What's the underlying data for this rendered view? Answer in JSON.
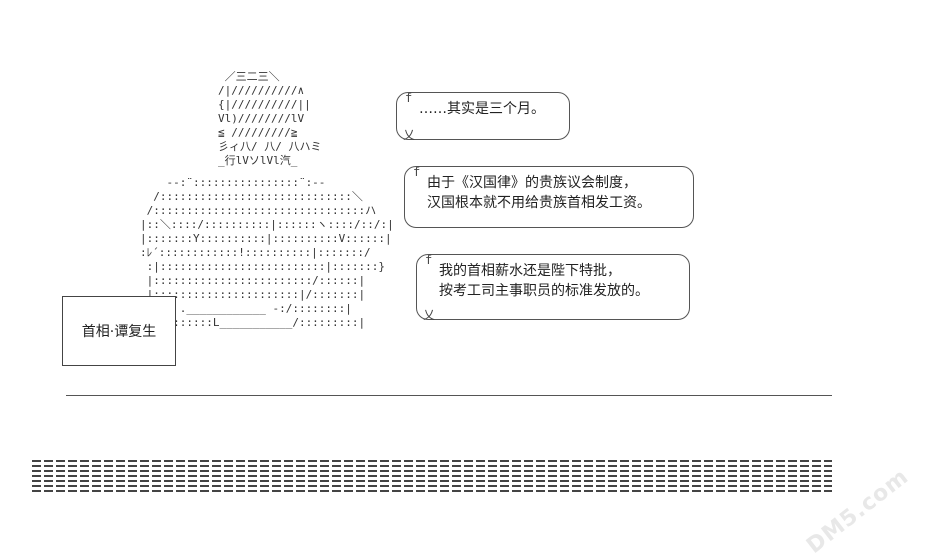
{
  "figure": {
    "head": " ／三二三＼\n/|//////////∧\n{|//////////||\nVl)////////lV\n≦ /////////≧\n彡ィ八/ 八/ 八ハミ\n_行lVソlVl汽_",
    "body": "    --:¨::::::::::::::::¨:--\n  /:::::::::::::::::::::::::::::＼\n /::::::::::::::::::::::::::::::::ハ\n|::＼::::/::::::::::|::::::ヽ::::/::/:|\n|:::::::Y::::::::::|::::::::::V::::::|\n:ﾚ´::::::::::::!::::::::::|:::::::/\n :|:::::::::::::::::::::::::|:::::::}\n |::::::::::::::::::::::::/::::::|\n |::::::::::::::::::::::|/:::::::|\n  :|_ .____________ -:/::::::::|\n   |:::::::L___________/:::::::::|"
  },
  "name_label": "首相·谭复生",
  "bubbles": [
    {
      "lines": [
        "……其实是三个月。"
      ]
    },
    {
      "lines": [
        "由于《汉国律》的贵族议会制度，",
        "汉国根本就不用给贵族首相发工资。"
      ]
    },
    {
      "lines": [
        "我的首相薪水还是陛下特批，",
        "按考工司主事职员的标准发放的。"
      ]
    }
  ],
  "marks": {
    "hook": "f",
    "tail": "乂"
  },
  "watermark": "DM5.com"
}
